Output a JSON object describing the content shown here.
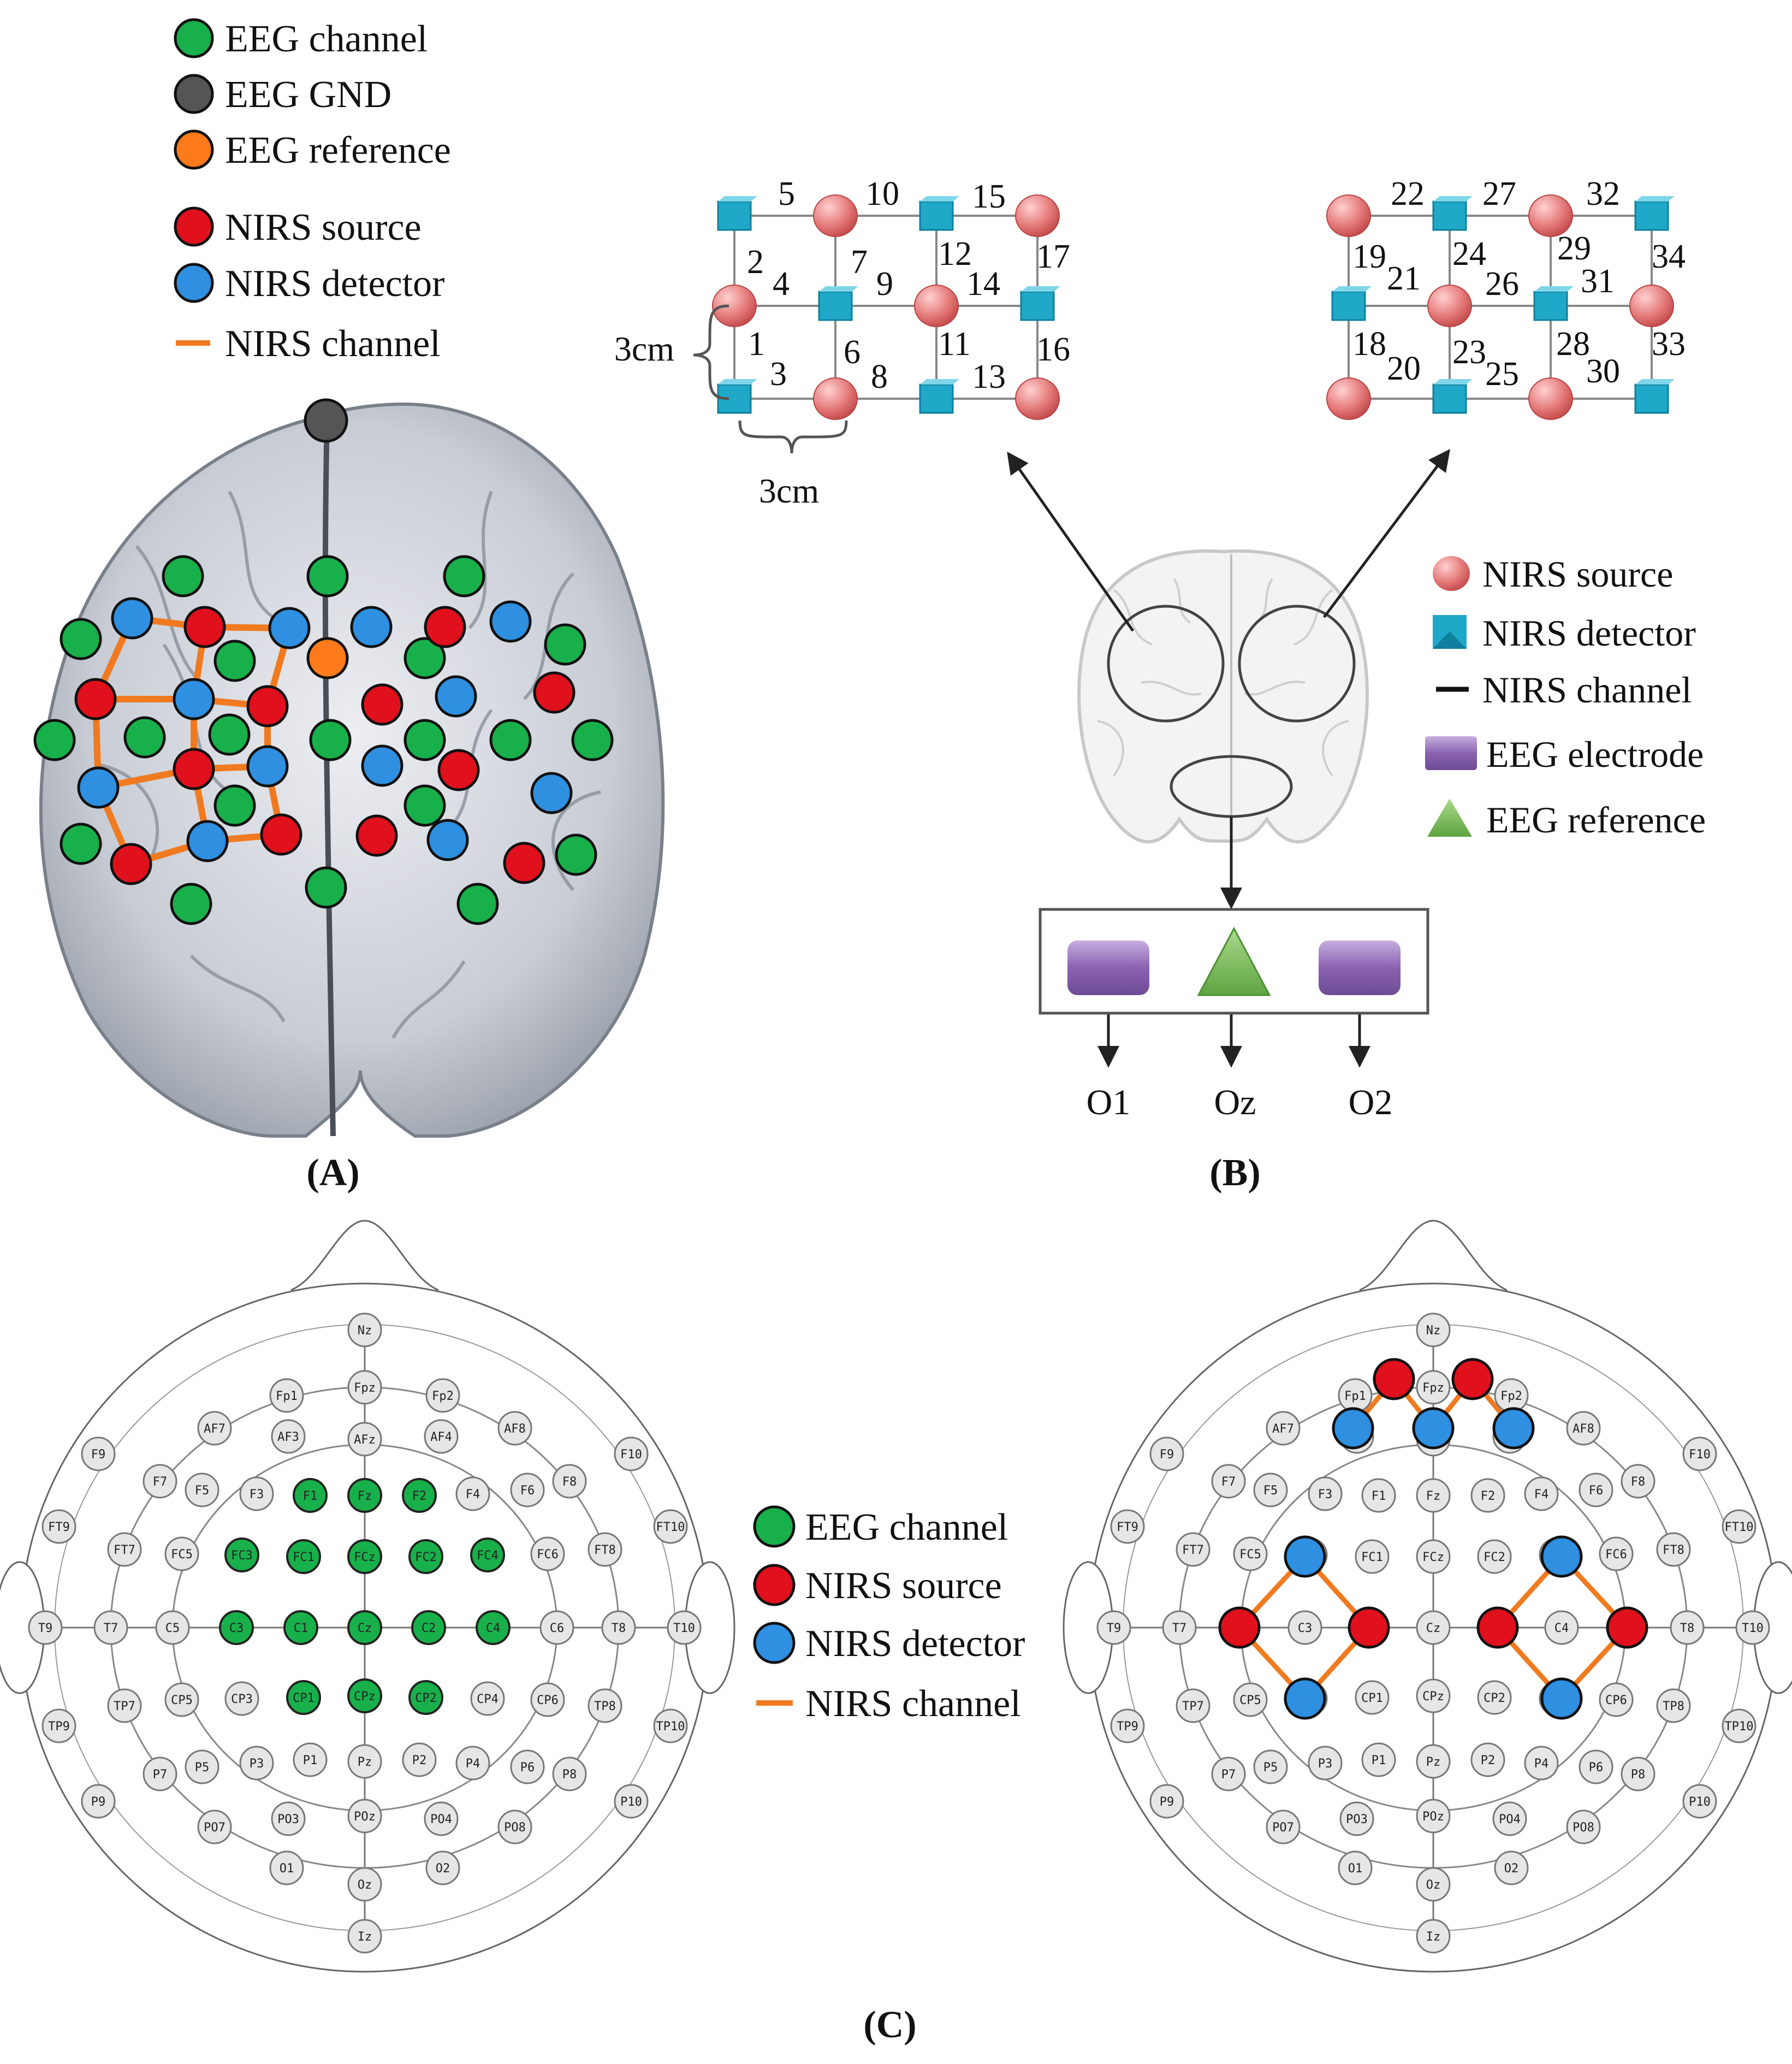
{
  "panel_labels": {
    "a": "(A)",
    "b": "(B)",
    "c": "(C)"
  },
  "colors": {
    "eeg_green": "#18b04a",
    "eeg_gnd": "#555555",
    "eeg_ref": "#ff7a1a",
    "nirs_red": "#e0101c",
    "nirs_blue": "#2f8fe0",
    "nirs_line": "#f07a20",
    "ch_gray": "#e6e6e6",
    "sq_cyan": "#1fa8c8",
    "src_pink": "#e57a7a",
    "eeg_purple": "#8a62b0",
    "ref_green": "#7fbf5a"
  },
  "legend_a": [
    {
      "type": "eeg_channel",
      "icon": "green-circle-icon",
      "label": "EEG channel"
    },
    {
      "type": "eeg_gnd",
      "icon": "gray-circle-icon",
      "label": "EEG GND"
    },
    {
      "type": "eeg_ref",
      "icon": "orange-circle-icon",
      "label": "EEG reference"
    },
    {
      "type": "nirs_source",
      "icon": "red-circle-icon",
      "label": "NIRS source"
    },
    {
      "type": "nirs_detector",
      "icon": "blue-circle-icon",
      "label": "NIRS detector"
    },
    {
      "type": "nirs_channel",
      "icon": "orange-line-icon",
      "label": "NIRS channel"
    }
  ],
  "legend_b": [
    {
      "icon": "pink-sphere-icon",
      "label": "NIRS source"
    },
    {
      "icon": "cyan-cube-icon",
      "label": "NIRS detector"
    },
    {
      "icon": "black-line-icon",
      "label": "NIRS channel"
    },
    {
      "icon": "purple-electrode-icon",
      "label": "EEG electrode"
    },
    {
      "icon": "green-triangle-icon",
      "label": "EEG reference"
    }
  ],
  "legend_c": [
    {
      "icon": "green-circle-icon",
      "label": "EEG channel"
    },
    {
      "icon": "red-circle-icon",
      "label": "NIRS source"
    },
    {
      "icon": "blue-circle-icon",
      "label": "NIRS detector"
    },
    {
      "icon": "orange-line-icon",
      "label": "NIRS channel"
    }
  ],
  "grid_b": {
    "dimension_label": "3cm",
    "left_channels": [
      "1",
      "2",
      "3",
      "4",
      "5",
      "6",
      "7",
      "8",
      "9",
      "10",
      "11",
      "12",
      "13",
      "14",
      "15",
      "16",
      "17"
    ],
    "right_channels": [
      "18",
      "19",
      "20",
      "21",
      "22",
      "23",
      "24",
      "25",
      "26",
      "27",
      "28",
      "29",
      "30",
      "31",
      "32",
      "33",
      "34"
    ]
  },
  "occipital": {
    "labels": [
      "O1",
      "Oz",
      "O2"
    ]
  },
  "montage": {
    "electrodes": [
      "Nz",
      "Fpz",
      "Fp1",
      "Fp2",
      "AF7",
      "AF3",
      "AFz",
      "AF4",
      "AF8",
      "F9",
      "F7",
      "F5",
      "F3",
      "F1",
      "Fz",
      "F2",
      "F4",
      "F6",
      "F8",
      "F10",
      "FT9",
      "FT7",
      "FC5",
      "FC3",
      "FC1",
      "FCz",
      "FC2",
      "FC4",
      "FC6",
      "FT8",
      "FT10",
      "T9",
      "T7",
      "C5",
      "C3",
      "C1",
      "Cz",
      "C2",
      "C4",
      "C6",
      "T8",
      "T10",
      "TP9",
      "TP7",
      "CP5",
      "CP3",
      "CP1",
      "CPz",
      "CP2",
      "CP4",
      "CP6",
      "TP8",
      "TP10",
      "P9",
      "P7",
      "P5",
      "P3",
      "P1",
      "Pz",
      "P2",
      "P4",
      "P6",
      "P8",
      "P10",
      "PO7",
      "PO3",
      "POz",
      "PO4",
      "PO8",
      "O1",
      "Oz",
      "O2",
      "Iz"
    ],
    "left_eeg_channels": [
      "F1",
      "Fz",
      "F2",
      "FC3",
      "FC1",
      "FCz",
      "FC2",
      "FC4",
      "C3",
      "C1",
      "Cz",
      "C2",
      "C4",
      "CP1",
      "CPz",
      "CP2"
    ]
  }
}
